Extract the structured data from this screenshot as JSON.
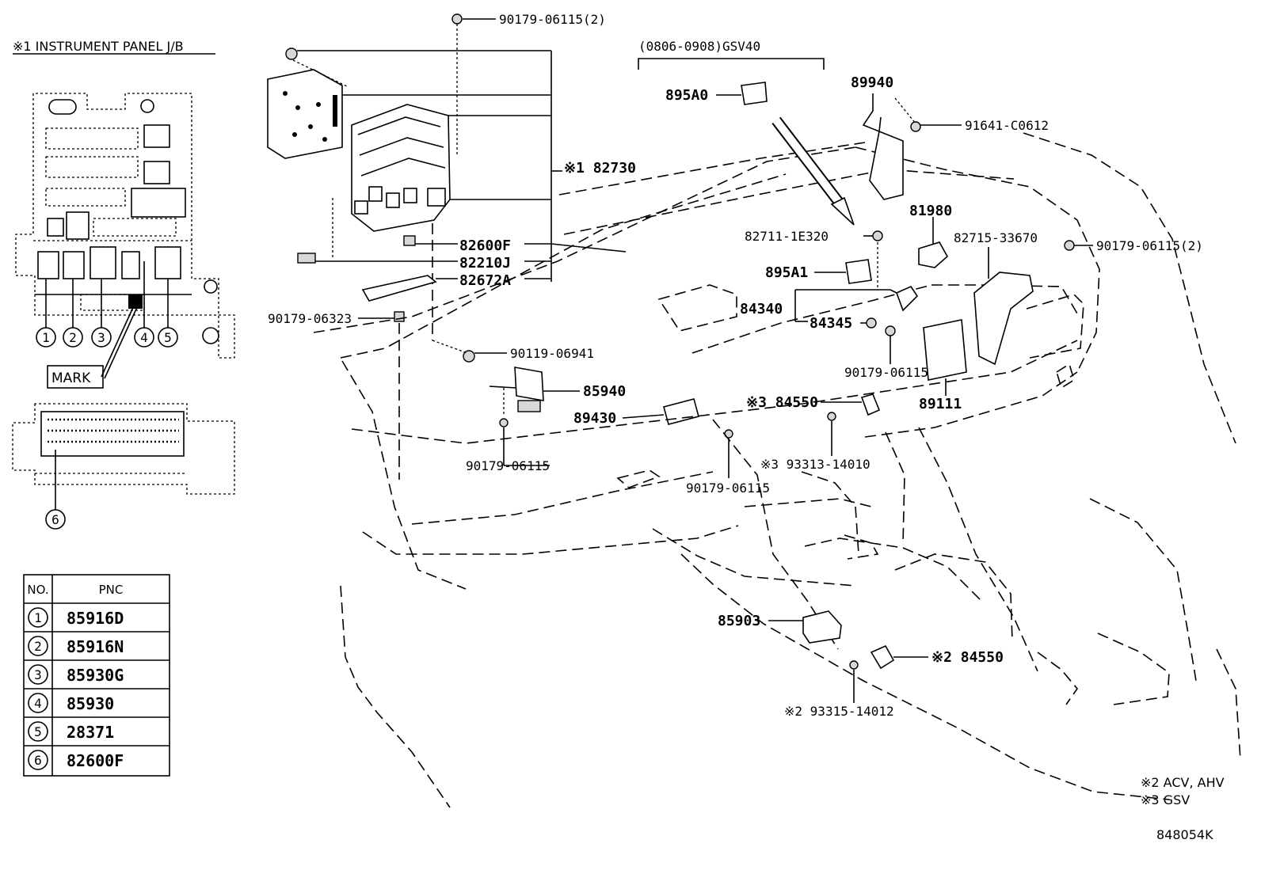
{
  "diagram_code": "848054K",
  "jb_title": "※1 INSTRUMENT PANEL J/B",
  "mark_label": "MARK",
  "range_label": "(0806-0908)GSV40",
  "table": {
    "header_no": "NO.",
    "header_pnc": "PNC",
    "rows": [
      {
        "no": "1",
        "pnc": "85916D"
      },
      {
        "no": "2",
        "pnc": "85916N"
      },
      {
        "no": "3",
        "pnc": "85930G"
      },
      {
        "no": "4",
        "pnc": "85930"
      },
      {
        "no": "5",
        "pnc": "28371"
      },
      {
        "no": "6",
        "pnc": "82600F"
      }
    ]
  },
  "jb_callouts": [
    "1",
    "2",
    "3",
    "4",
    "5",
    "6"
  ],
  "parts": {
    "p1": "90179-06115(2)",
    "p2": "※1 82730",
    "p3": "82600F",
    "p4": "82210J",
    "p5": "82672A",
    "p6": "90179-06323",
    "p7": "90119-06941",
    "p8": "85940",
    "p9": "89430",
    "p10": "90179-06115",
    "p11": "90179-06115",
    "p12": "895A0",
    "p13": "89940",
    "p14": "91641-C0612",
    "p15": "82711-1E320",
    "p16": "81980",
    "p17": "82715-33670",
    "p18": "90179-06115(2)",
    "p19": "895A1",
    "p20": "84340",
    "p21": "84345",
    "p22": "90179-06115",
    "p23": "89111",
    "p24": "※3 84550",
    "p25": "※3 93313-14010",
    "p26": "85903",
    "p27": "※2 84550",
    "p28": "※2 93315-14012"
  },
  "notes": [
    "※2 ACV, AHV",
    "※3 GSV"
  ]
}
